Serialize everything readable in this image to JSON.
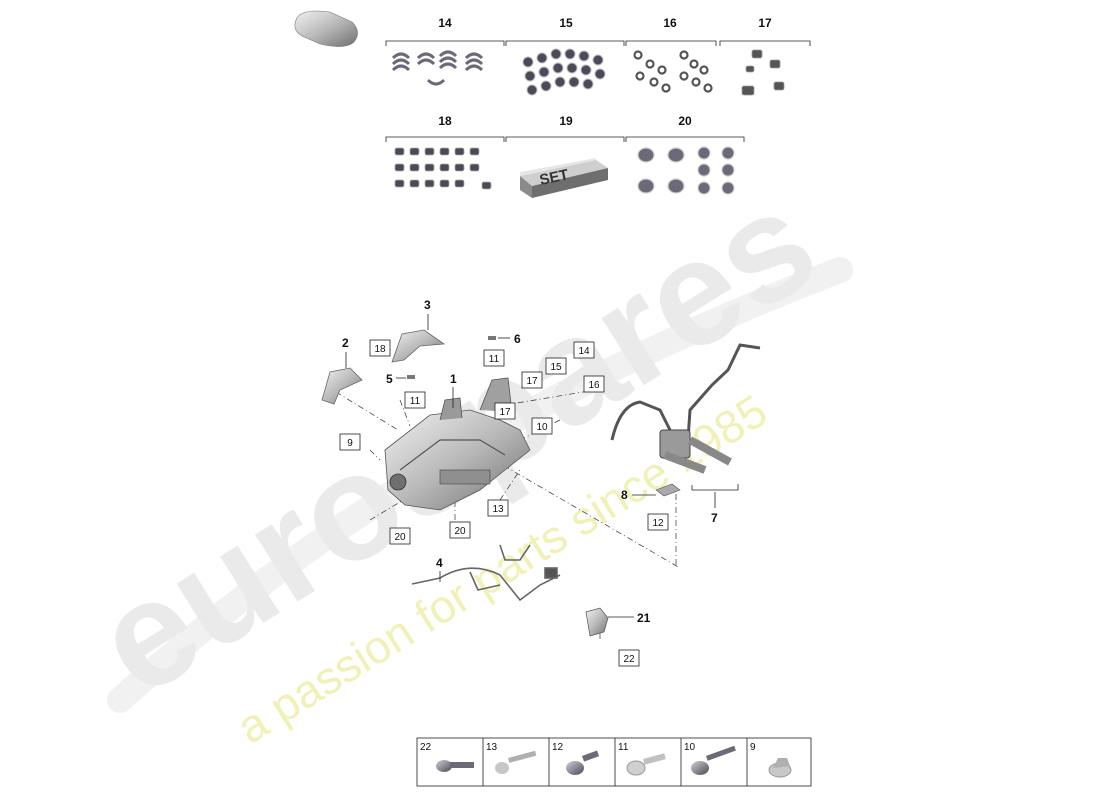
{
  "watermark": {
    "brand": "eurospares",
    "tagline": "a passion for parts since 1985",
    "brand_color": "#e6e6e6",
    "tagline_color": "#eef0a0"
  },
  "kit_groups": [
    {
      "num": "14",
      "icon": "spring-clips"
    },
    {
      "num": "15",
      "icon": "bushings"
    },
    {
      "num": "16",
      "icon": "nuts-washers"
    },
    {
      "num": "17",
      "icon": "screws-small"
    },
    {
      "num": "18",
      "icon": "bolts-set"
    },
    {
      "num": "19",
      "icon": "set-box",
      "box_text": "SET"
    },
    {
      "num": "20",
      "icon": "grommets"
    }
  ],
  "callouts": {
    "c1": "1",
    "c2": "2",
    "c3": "3",
    "c4": "4",
    "c5": "5",
    "c6": "6",
    "c7": "7",
    "c8": "8",
    "c21": "21"
  },
  "ref_boxes": {
    "b18": "18",
    "b11a": "11",
    "b11b": "11",
    "b17a": "17",
    "b17b": "17",
    "b15": "15",
    "b14": "14",
    "b16": "16",
    "b9": "9",
    "b10": "10",
    "b20a": "20",
    "b20b": "20",
    "b13": "13",
    "b12": "12",
    "b22": "22"
  },
  "fastener_legend": [
    {
      "num": "22",
      "icon": "flange-bolt-icon"
    },
    {
      "num": "13",
      "icon": "long-bolt-icon"
    },
    {
      "num": "12",
      "icon": "collar-bolt-icon"
    },
    {
      "num": "11",
      "icon": "torx-bolt-icon"
    },
    {
      "num": "10",
      "icon": "shoulder-bolt-icon"
    },
    {
      "num": "9",
      "icon": "flange-nut-icon"
    }
  ]
}
